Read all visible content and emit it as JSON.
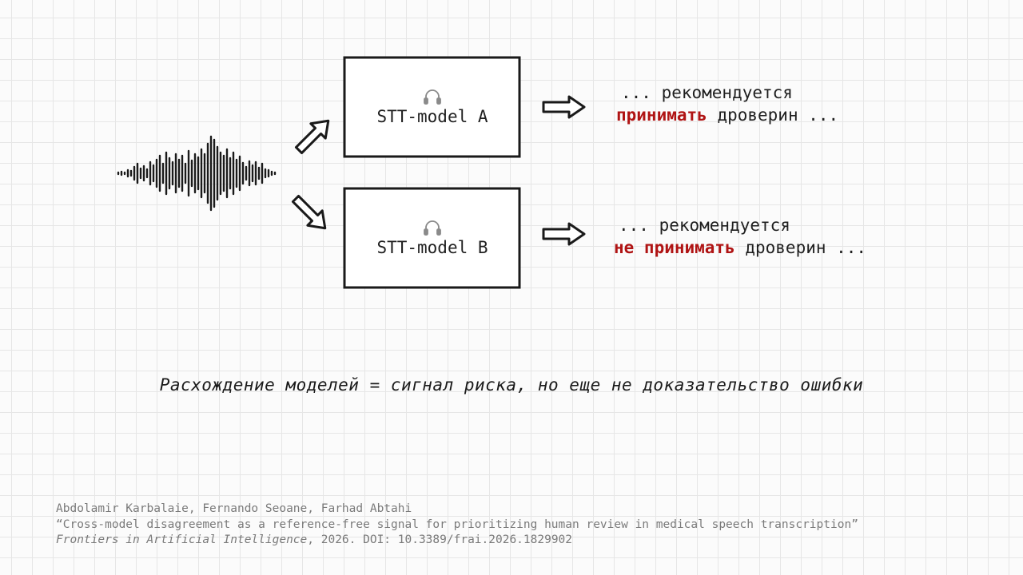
{
  "waveform": {
    "amplitudes": [
      1,
      2,
      1,
      4,
      3,
      8,
      12,
      6,
      9,
      5,
      14,
      10,
      17,
      22,
      12,
      26,
      19,
      14,
      24,
      17,
      22,
      12,
      28,
      16,
      24,
      20,
      30,
      24,
      37,
      46,
      42,
      33,
      26,
      22,
      30,
      19,
      26,
      17,
      21,
      13,
      8,
      15,
      10,
      14,
      7,
      12,
      5,
      4,
      2,
      1
    ]
  },
  "icons": {
    "model_a": "headphones-icon",
    "model_b": "headphones-icon",
    "arrows": "outline-arrow-icon"
  },
  "model_a": {
    "label": "STT-model A",
    "output_prefix": "... рекомендуется",
    "output_highlight": "принимать",
    "output_suffix": " дроверин ..."
  },
  "model_b": {
    "label": "STT-model B",
    "output_prefix": "... рекомендуется",
    "output_highlight": "не принимать",
    "output_suffix": " дроверин ..."
  },
  "headline": "Расхождение моделей = сигнал риска, но еще не доказательство ошибки",
  "citation": {
    "authors": "Abdolamir Karbalaie, Fernando Seoane, Farhad Abtahi",
    "title": "“Cross-model disagreement as a reference-free signal for prioritizing human review in medical speech transcription”",
    "journal": "Frontiers in Artificial Intelligence",
    "details": ", 2026. DOI: 10.3389/frai.2026.1829902"
  },
  "colors": {
    "highlight": "#b01414",
    "ink": "#1a1a1a",
    "muted": "#7a7a7a",
    "grid": "#e6e6e6"
  }
}
